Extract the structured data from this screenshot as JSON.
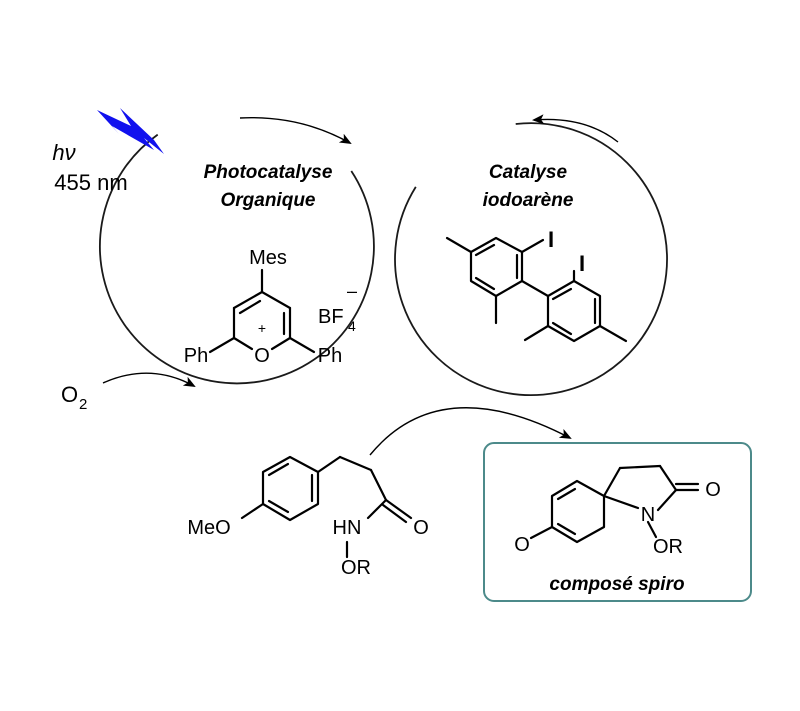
{
  "colors": {
    "light": "#1111ee",
    "oxygen": "#ee0000",
    "iodine": "#7a1f84",
    "box_border": "#4c8a8a"
  },
  "light": {
    "icon": "lightning-bolt-icon",
    "symbol": "hν",
    "wavelength": "455 nm"
  },
  "left_cycle": {
    "line1": "Photocatalyse",
    "line2": "Organique"
  },
  "right_cycle": {
    "line1": "Catalyse",
    "line2": "iodoarène"
  },
  "pyrylium": {
    "top_group": "Mes",
    "left_group": "Ph",
    "right_group": "Ph",
    "ring_atom": "O",
    "charge": "+",
    "counterion": "BF",
    "counterion_sub": "4",
    "counterion_charge": "–"
  },
  "iodoarene": {
    "iodine_1": "I",
    "iodine_2": "I"
  },
  "oxidant": {
    "symbol": "O",
    "subscript": "2"
  },
  "substrate": {
    "methoxy": "MeO",
    "amide_nh": "HN",
    "carbonyl_o": "O",
    "n_substituent": "OR"
  },
  "product": {
    "ketone_o": "O",
    "lactam_o": "O",
    "nitrogen": "N",
    "n_substituent": "OR",
    "caption": "composé spiro"
  }
}
